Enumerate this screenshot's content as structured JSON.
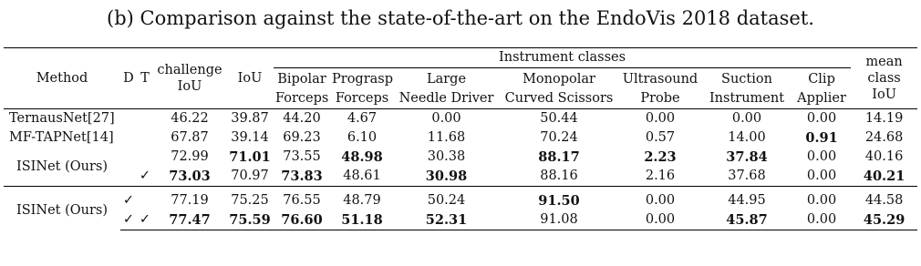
{
  "caption": "(b) Comparison against the state-of-the-art on the EndoVis 2018 dataset.",
  "headers": {
    "method": "Method",
    "d": "D",
    "t": "T",
    "challenge_iou_1": "challenge",
    "challenge_iou_2": "IoU",
    "iou": "IoU",
    "instrument_classes": "Instrument classes",
    "mean_1": "mean",
    "mean_2": "class",
    "mean_3": "IoU",
    "classes": [
      {
        "l1": "Bipolar",
        "l2": "Forceps"
      },
      {
        "l1": "Prograsp",
        "l2": "Forceps"
      },
      {
        "l1": "Large",
        "l2": "Needle Driver"
      },
      {
        "l1": "Monopolar",
        "l2": "Curved Scissors"
      },
      {
        "l1": "Ultrasound",
        "l2": "Probe"
      },
      {
        "l1": "Suction",
        "l2": "Instrument"
      },
      {
        "l1": "Clip",
        "l2": "Applier"
      }
    ]
  },
  "rows": {
    "ternausnet": {
      "method": "TernausNet[27]",
      "d": "",
      "t": "",
      "challenge_iou": "46.22",
      "iou": "39.87",
      "c1": "44.20",
      "c2": "4.67",
      "c3": "0.00",
      "c4": "50.44",
      "c5": "0.00",
      "c6": "0.00",
      "c7": "0.00",
      "mean": "14.19"
    },
    "mftapnet": {
      "method": "MF-TAPNet[14]",
      "d": "",
      "t": "",
      "challenge_iou": "67.87",
      "iou": "39.14",
      "c1": "69.23",
      "c2": "6.10",
      "c3": "11.68",
      "c4": "70.24",
      "c5": "0.57",
      "c6": "14.00",
      "c7": "0.91",
      "mean": "24.68"
    },
    "isinet_a1": {
      "d": "",
      "t": "",
      "challenge_iou": "72.99",
      "iou": "71.01",
      "c1": "73.55",
      "c2": "48.98",
      "c3": "30.38",
      "c4": "88.17",
      "c5": "2.23",
      "c6": "37.84",
      "c7": "0.00",
      "mean": "40.16"
    },
    "isinet_a2": {
      "d": "",
      "t": "✓",
      "challenge_iou": "73.03",
      "iou": "70.97",
      "c1": "73.83",
      "c2": "48.61",
      "c3": "30.98",
      "c4": "88.16",
      "c5": "2.16",
      "c6": "37.68",
      "c7": "0.00",
      "mean": "40.21"
    },
    "isinet_a_method": "ISINet (Ours)",
    "isinet_b1": {
      "d": "✓",
      "t": "",
      "challenge_iou": "77.19",
      "iou": "75.25",
      "c1": "76.55",
      "c2": "48.79",
      "c3": "50.24",
      "c4": "91.50",
      "c5": "0.00",
      "c6": "44.95",
      "c7": "0.00",
      "mean": "44.58"
    },
    "isinet_b2": {
      "d": "✓",
      "t": "✓",
      "challenge_iou": "77.47",
      "iou": "75.59",
      "c1": "76.60",
      "c2": "51.18",
      "c3": "52.31",
      "c4": "91.08",
      "c5": "0.00",
      "c6": "45.87",
      "c7": "0.00",
      "mean": "45.29"
    },
    "isinet_b_method": "ISINet (Ours)"
  }
}
